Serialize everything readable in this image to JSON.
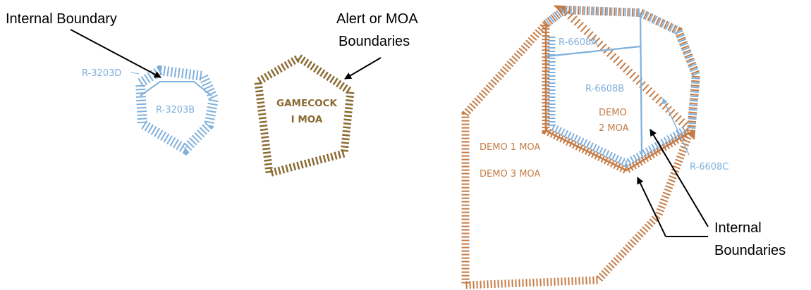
{
  "callouts": {
    "internal_boundary": "Internal Boundary",
    "alert_moa_line1": "Alert or MOA",
    "alert_moa_line2": "Boundaries",
    "internal_boundaries_line1": "Internal",
    "internal_boundaries_line2": "Boundaries"
  },
  "airspace": {
    "r3203d": "R-3203D",
    "r3203b": "R-3203B",
    "gamecock_line1": "GAMECOCK",
    "gamecock_line2": "I MOA",
    "r6608a": "R-6608A",
    "r6608b": "R-6608B",
    "r6608c": "R-6608C",
    "demo2_line1": "DEMO",
    "demo2_line2": "2 MOA",
    "demo1": "DEMO 1 MOA",
    "demo3": "DEMO 3 MOA"
  },
  "colors": {
    "restricted_blue": "#7fb0dc",
    "moa_orange": "#c57b45",
    "moa_brown": "#8b6a32",
    "callout_black": "#000000"
  }
}
